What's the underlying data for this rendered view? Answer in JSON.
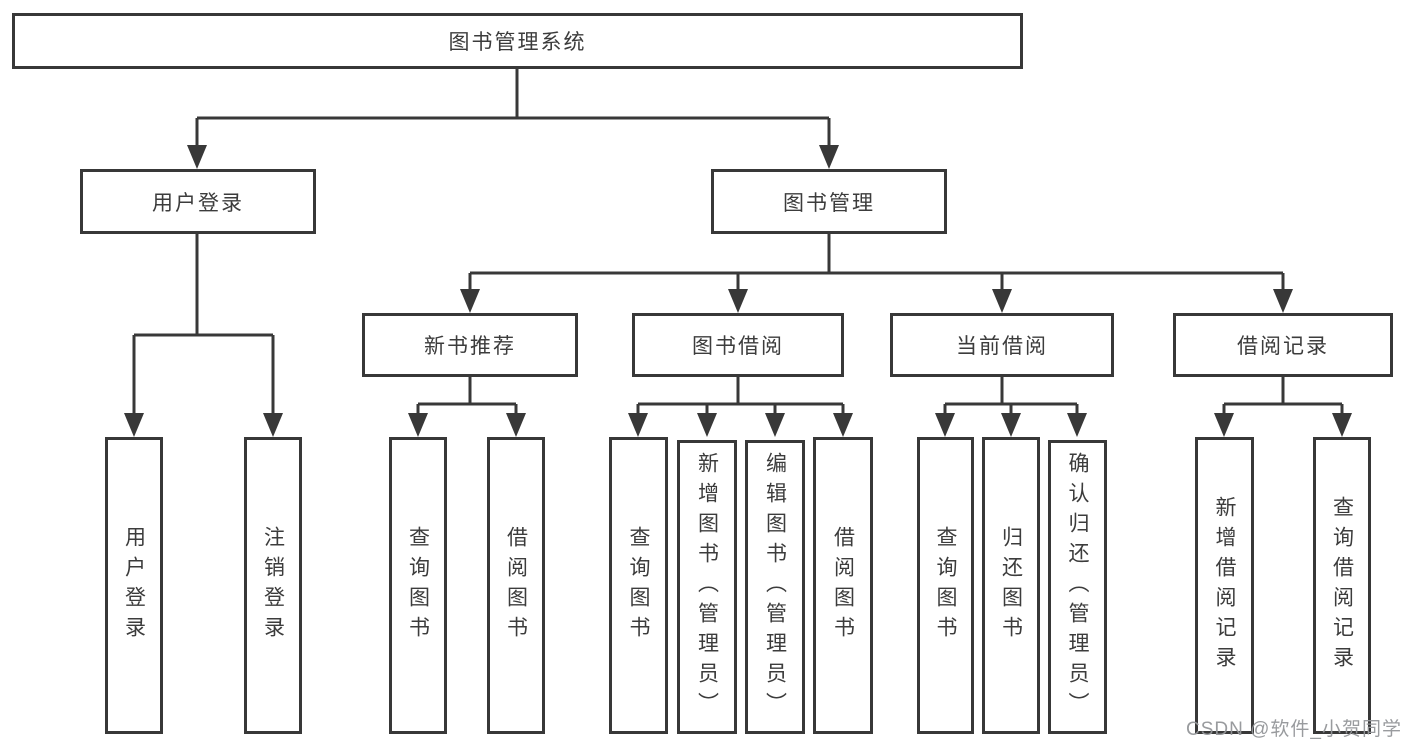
{
  "diagram": {
    "root": "图书管理系统",
    "user_login": {
      "label": "用户登录",
      "children": [
        "用户登录",
        "注销登录"
      ]
    },
    "book_management": {
      "label": "图书管理",
      "sections": [
        {
          "label": "新书推荐",
          "children": [
            "查询图书",
            "借阅图书"
          ]
        },
        {
          "label": "图书借阅",
          "children": [
            "查询图书",
            "新增图书（管理员）",
            "编辑图书（管理员）",
            "借阅图书"
          ]
        },
        {
          "label": "当前借阅",
          "children": [
            "查询图书",
            "归还图书",
            "确认归还（管理员）"
          ]
        },
        {
          "label": "借阅记录",
          "children": [
            "新增借阅记录",
            "查询借阅记录"
          ]
        }
      ]
    }
  },
  "watermark": "CSDN @软件_小贺同学",
  "colors": {
    "line": "#383838",
    "box_border": "#383838",
    "box_fill": "#ffffff",
    "text": "#3c3c3c",
    "watermark": "#949699",
    "background": "#ffffff"
  }
}
